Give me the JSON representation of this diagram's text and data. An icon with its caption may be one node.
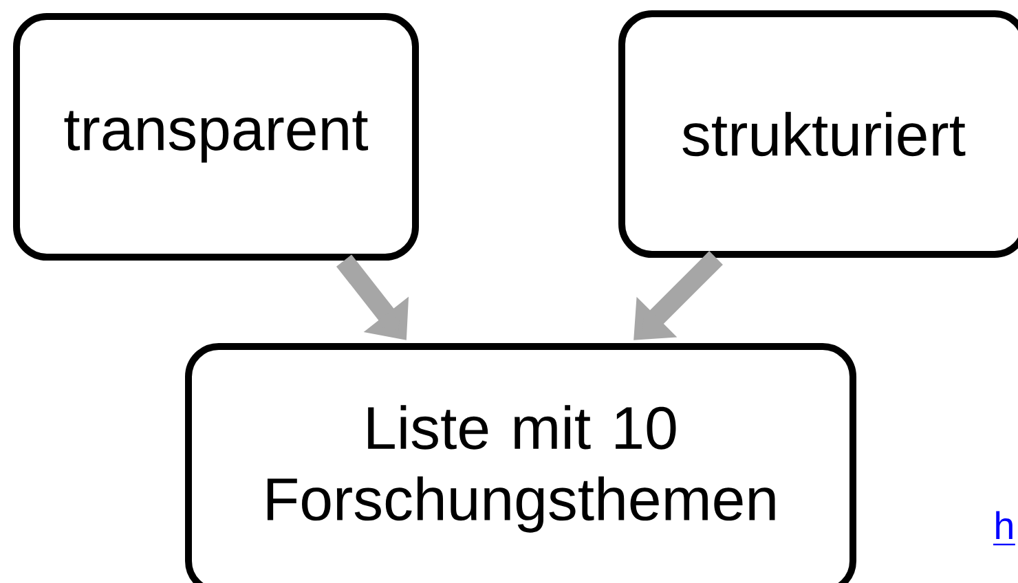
{
  "diagram": {
    "nodes": [
      {
        "text": [
          "transparent"
        ]
      },
      {
        "text": [
          "strukturiert"
        ]
      },
      {
        "text": [
          "Liste mit 10 Forschungsthemen"
        ]
      }
    ],
    "edges": [
      {
        "from": 0,
        "to": 2,
        "arrow": "to"
      },
      {
        "from": 1,
        "to": 2,
        "arrow": "to"
      }
    ],
    "labels": [
      "h"
    ]
  }
}
